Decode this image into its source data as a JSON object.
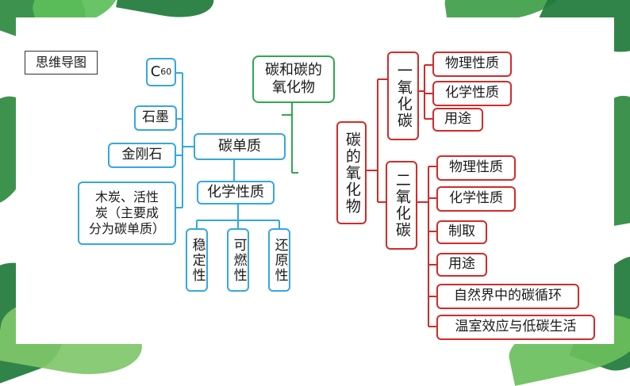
{
  "title_box": "思维导图",
  "center": "碳的氧化物",
  "green_box": {
    "line1": "碳和碳的",
    "line2": "氧化物"
  },
  "left": {
    "c60": {
      "base": "C",
      "sub": "60"
    },
    "graphite": "石墨",
    "diamond": "金刚石",
    "charcoal": {
      "line1": "木炭、活性",
      "line2": "炭（主要成",
      "line3": "分为碳单质）"
    },
    "carbon_element": "碳单质",
    "chem_props": "化学性质",
    "props": [
      "稳定性",
      "可燃性",
      "还原性"
    ]
  },
  "co": {
    "label": "一氧化碳",
    "items": [
      "物理性质",
      "化学性质",
      "用途"
    ]
  },
  "co2": {
    "label": "二氧化碳",
    "items": [
      "物理性质",
      "化学性质",
      "制取",
      "用途",
      "自然界中的碳循环",
      "温室效应与低碳生活"
    ]
  },
  "colors": {
    "blue": "#35a8dc",
    "red": "#d42a2a",
    "green": "#2fa84f",
    "leaf_dark": "#1f7a3a",
    "leaf_light": "#5cbf5a"
  }
}
